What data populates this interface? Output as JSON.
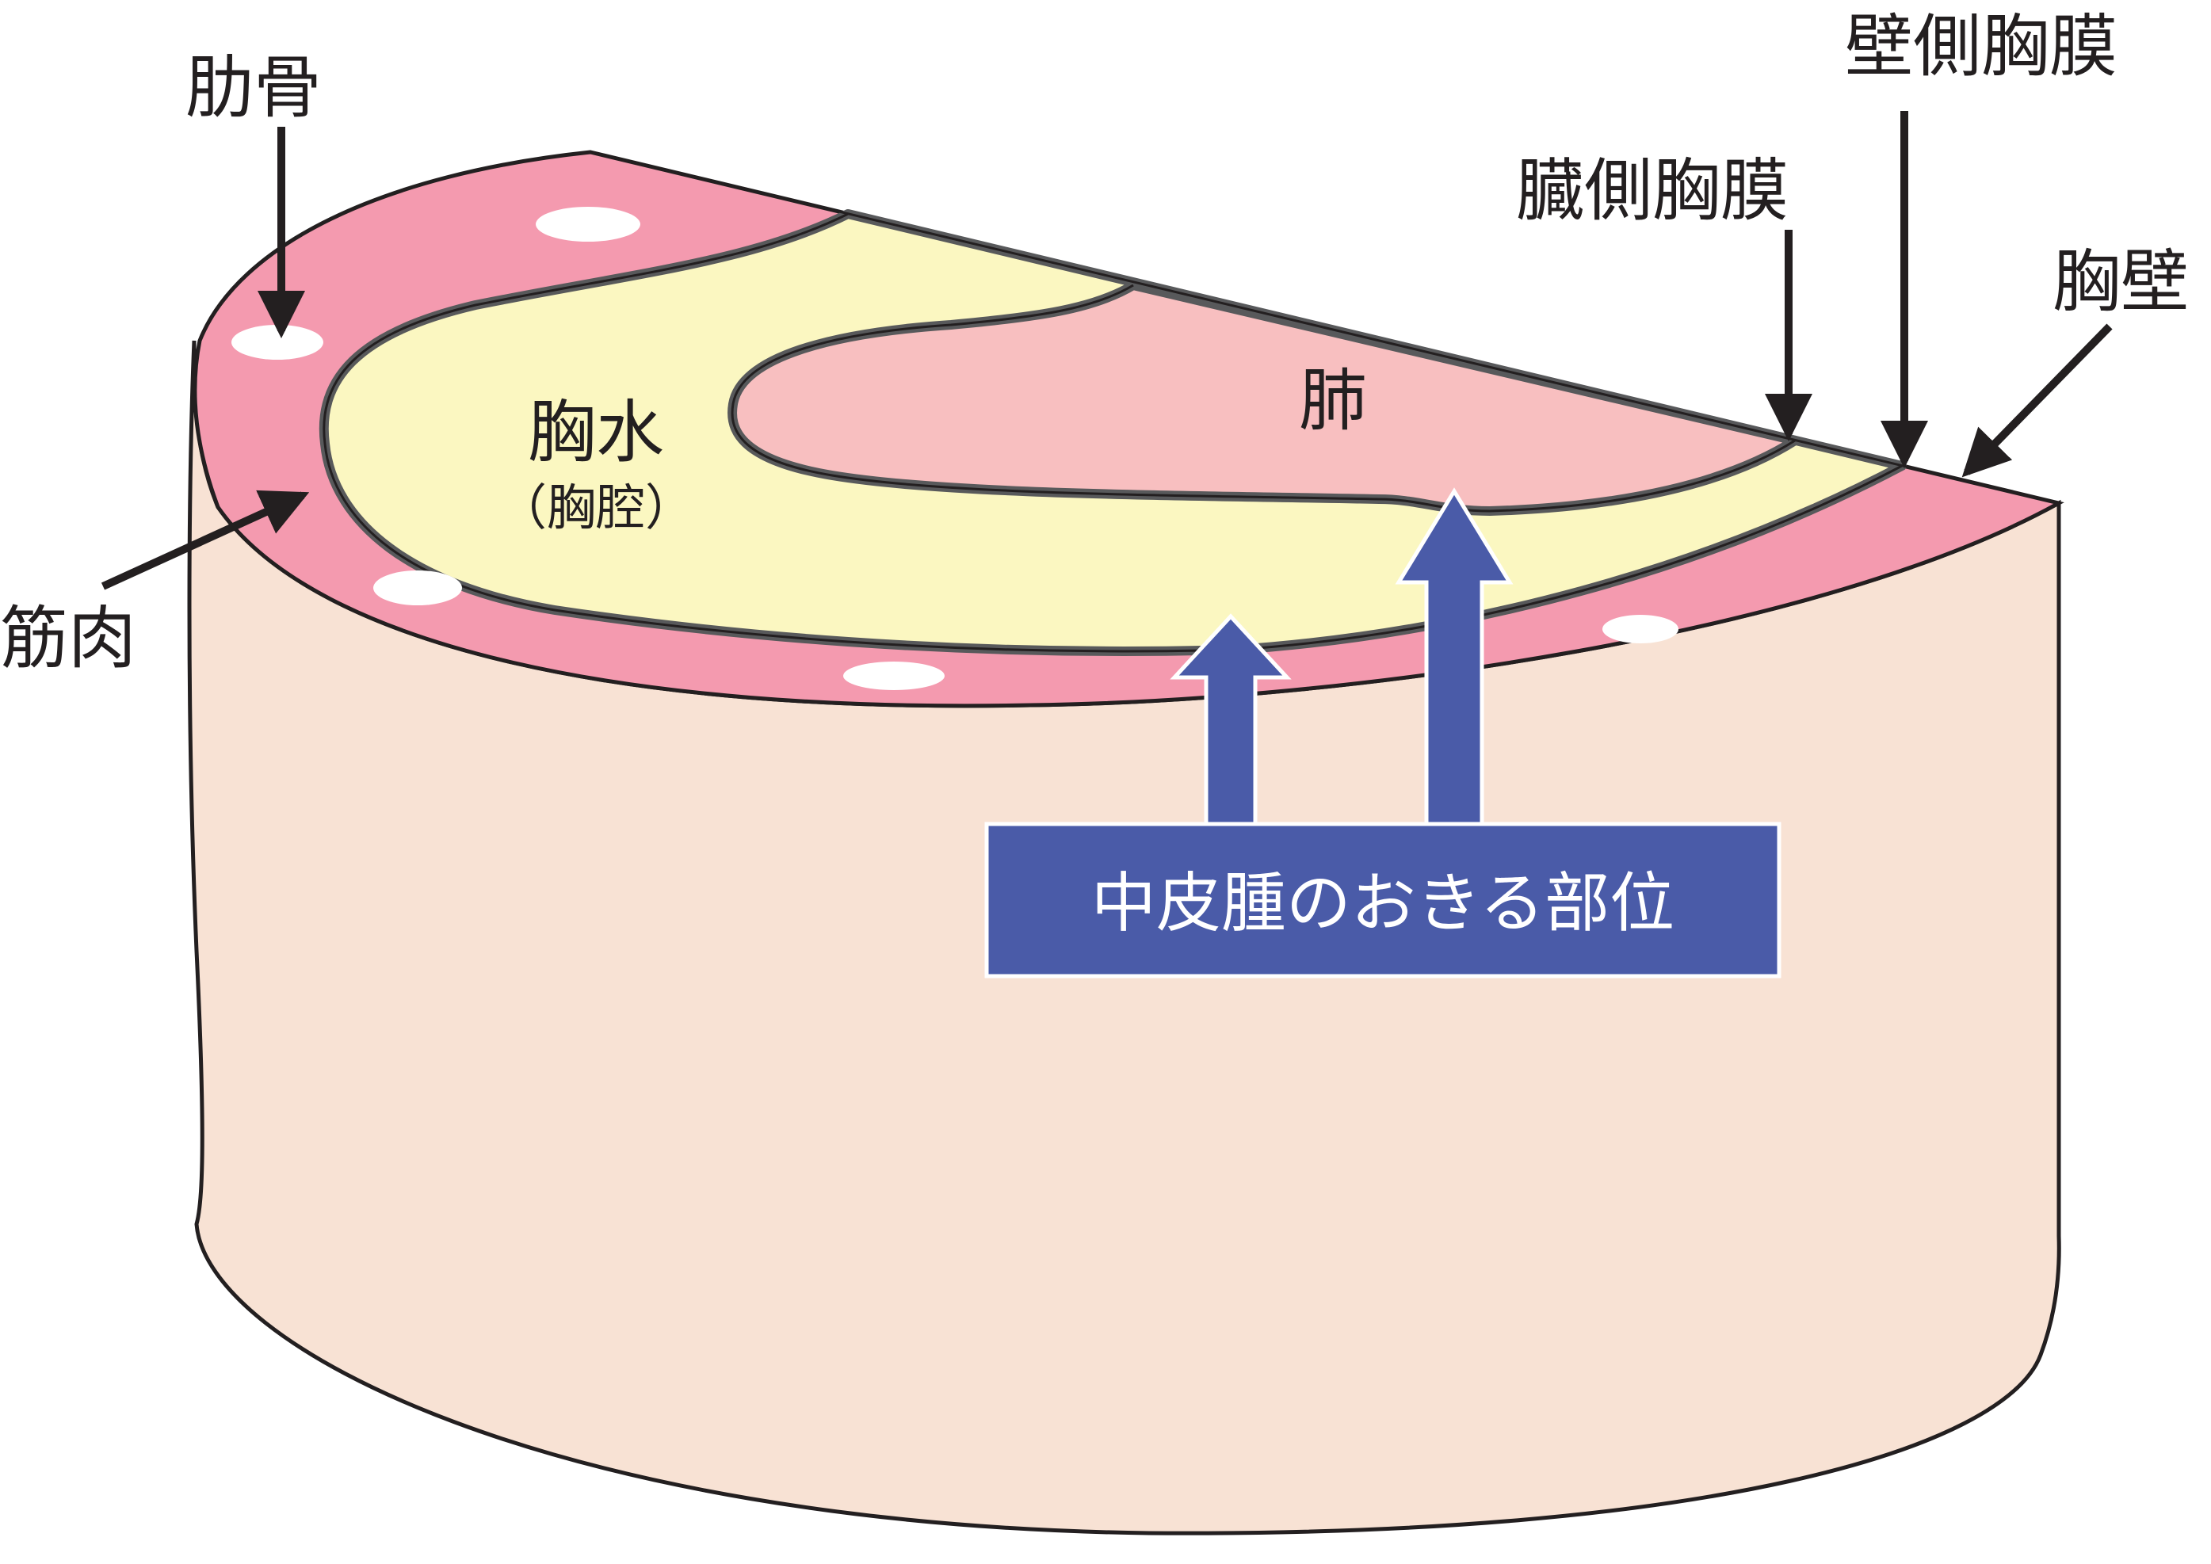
{
  "labels": {
    "rib": "肋骨",
    "muscle": "筋肉",
    "pleural_effusion": "胸水",
    "pleural_cavity": "（胸腔）",
    "lung": "肺",
    "visceral_pleura": "臓側胸膜",
    "parietal_pleura": "壁側胸膜",
    "chest_wall": "胸壁",
    "mesothelioma_site": "中皮腫のおきる部位"
  },
  "colors": {
    "body": "#f8e2d4",
    "chest_wall_layer": "#f49aaf",
    "pleural_fluid": "#fbf7c1",
    "lung": "#f8bfc0",
    "pleura_line": "#58595b",
    "outline": "#231f20",
    "highlight_arrow": "#4a5ba8",
    "rib_bone": "#ffffff"
  }
}
